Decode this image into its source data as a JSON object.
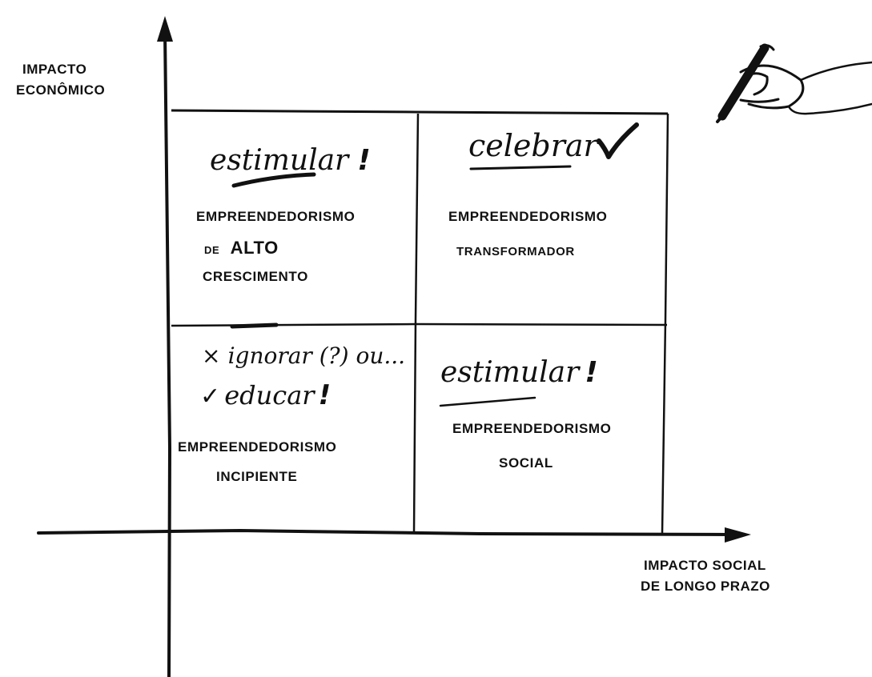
{
  "axes": {
    "y_label_line1": "IMPACTO",
    "y_label_line2": "ECONÔMICO",
    "x_label_line1": "IMPACTO SOCIAL",
    "x_label_line2": "DE LONGO PRAZO"
  },
  "quadrants": {
    "top_left": {
      "action": "estimular",
      "mark": "!",
      "line1": "EMPREENDEDORISMO",
      "line2_prefix": "DE",
      "line2_main": "ALTO",
      "line3": "CRESCIMENTO"
    },
    "top_right": {
      "action": "celebrar",
      "mark": "✓",
      "line1": "EMPREENDEDORISMO",
      "line2": "TRANSFORMADOR"
    },
    "bottom_left": {
      "option1_mark": "×",
      "option1": "ignorar (?) ou...",
      "option2_mark": "✓",
      "option2": "educar",
      "option2_exclaim": "!",
      "line1": "EMPREENDEDORISMO",
      "line2": "INCIPIENTE"
    },
    "bottom_right": {
      "action": "estimular",
      "mark": "!",
      "line1": "EMPREENDEDORISMO",
      "line2": "SOCIAL"
    }
  },
  "icons": [
    "hand-holding-pen-icon",
    "checkmark-icon",
    "x-mark-icon"
  ],
  "colors": {
    "ink": "#111111",
    "paper": "#ffffff"
  }
}
